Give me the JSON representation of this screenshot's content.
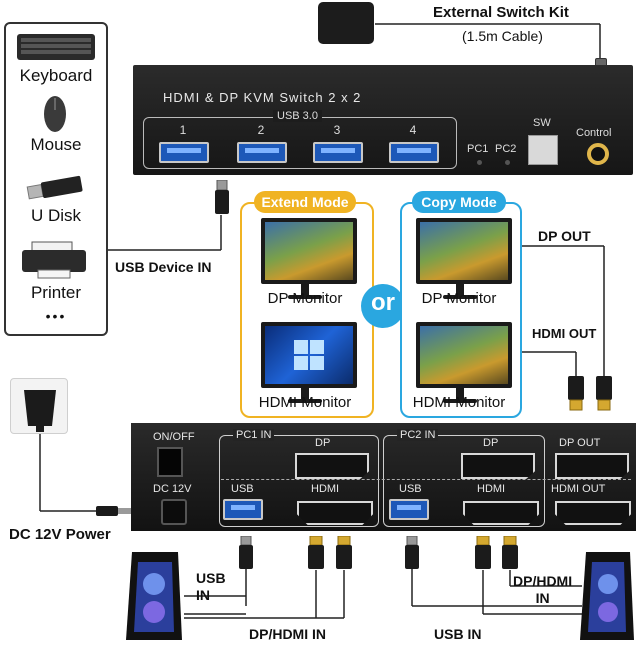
{
  "devices": {
    "keyboard": "Keyboard",
    "mouse": "Mouse",
    "udisk": "U Disk",
    "printer": "Printer",
    "more": "•••"
  },
  "switch_kit": {
    "title": "External Switch Kit",
    "cable": "(1.5m Cable)"
  },
  "kvm_front": {
    "title": "HDMI & DP KVM Switch 2 x 2",
    "usb_label": "USB 3.0",
    "ports": [
      "1",
      "2",
      "3",
      "4"
    ],
    "pc1": "PC1",
    "pc2": "PC2",
    "sw": "SW",
    "control": "Control"
  },
  "usb_device_in": "USB Device IN",
  "extend_mode": {
    "tag": "Extend Mode",
    "monitor1": "DP Monitor",
    "monitor2": "HDMI Monitor"
  },
  "or_text": "or",
  "copy_mode": {
    "tag": "Copy Mode",
    "monitor1": "DP Monitor",
    "monitor2": "HDMI Monitor"
  },
  "dp_out": "DP OUT",
  "hdmi_out": "HDMI OUT",
  "kvm_back": {
    "on_off": "ON/OFF",
    "dc12v": "DC 12V",
    "pc1_in": "PC1 IN",
    "pc2_in": "PC2 IN",
    "dp": "DP",
    "hdmi": "HDMI",
    "usb": "USB",
    "dp_out": "DP OUT",
    "hdmi_out": "HDMI OUT"
  },
  "dc_power": "DC 12V Power",
  "usb_in_left": "USB\nIN",
  "dp_hdmi_in_left": "DP/HDMI IN",
  "usb_in_right": "USB IN",
  "dp_hdmi_in_right": "DP/HDMI\nIN",
  "colors": {
    "extend": "#f0b323",
    "copy": "#2aa7e0",
    "or_circle": "#2aa7e0",
    "usb_blue": "#1d58b8"
  }
}
